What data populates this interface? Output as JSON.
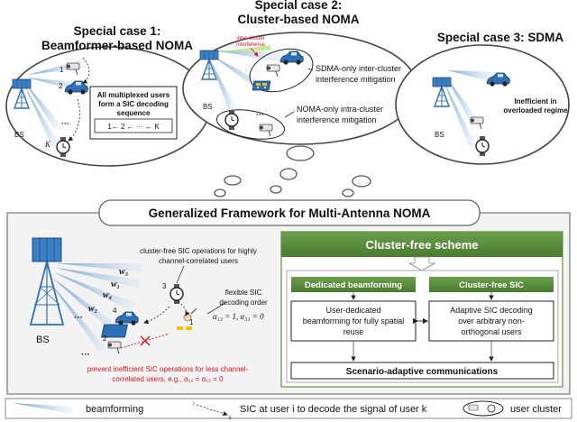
{
  "cases": {
    "case1_title": "Special case 1:",
    "case1_sub": "Beamformer-based NOMA",
    "case2_title": "Special case 2:",
    "case2_sub": "Cluster-based NOMA",
    "case3_title": "Special case 3: SDMA"
  },
  "bubble1": {
    "bs": "BS",
    "box_l1": "All multiplexed users",
    "box_l2": "form a SIC decoding",
    "box_l3": "sequence",
    "seq": "1← 2 ← ··· ← K",
    "u1": "1",
    "u2": "2",
    "uk": "K",
    "dots": "···"
  },
  "bubble2": {
    "bs": "BS",
    "inter_l1": "inter-cluster",
    "inter_l2": "interference",
    "sdma_l1": "SDMA-only inter-cluster",
    "sdma_l2": "interference mitigation",
    "noma_l1": "NOMA-only intra-cluster",
    "noma_l2": "interference mitigation",
    "dots": "···"
  },
  "bubble3": {
    "bs": "BS",
    "inef_l1": "Inefficient in",
    "inef_l2": "overloaded regime"
  },
  "framework": {
    "title": "Generalized Framework for Multi-Antenna NOMA",
    "bs": "BS",
    "w3": "w₃",
    "w1": "w₁",
    "w4": "w₄",
    "w2": "w₂",
    "n1": "1",
    "n2": "2",
    "n3": "3",
    "n4": "4",
    "cf_l1": "cluster-free SIC operations for highly",
    "cf_l2": "channel-correlated users",
    "flex_l1": "flexible SIC",
    "flex_l2": "decoding order",
    "alpha": "α₁₃ = 1,   α₃₁ = 0",
    "prev_l1": "prevent inefficient SIC operations for less channel-",
    "prev_l2": "correlated users, e.g., α₂₁ = α₁₂ = 0",
    "dots_left": "···",
    "dots_bottom": "···"
  },
  "scheme": {
    "header": "Cluster-free scheme",
    "ded_label": "Dedicated beamforming",
    "cfsic_label": "Cluster-free SIC",
    "ded_l1": "User-dedicated",
    "ded_l2": "beamforming for fully spatial",
    "ded_l3": "reuse",
    "sic_l1": "Adaptive SIC decoding",
    "sic_l2": "over arbitrary non-",
    "sic_l3": "orthogonal users",
    "scenario": "Scenario-adaptive communications"
  },
  "legend": {
    "beamforming": "beamforming",
    "sic_text": "SIC at user i to decode the signal of user k",
    "sic_i": "i",
    "sic_k": "k",
    "cluster": "user cluster"
  },
  "colors": {
    "green": "#4a7a2f",
    "green_header": "#5e9340",
    "beam_blue": "#8ab4dc",
    "red": "#e0141e",
    "tower_blue": "#2e6fb8"
  }
}
